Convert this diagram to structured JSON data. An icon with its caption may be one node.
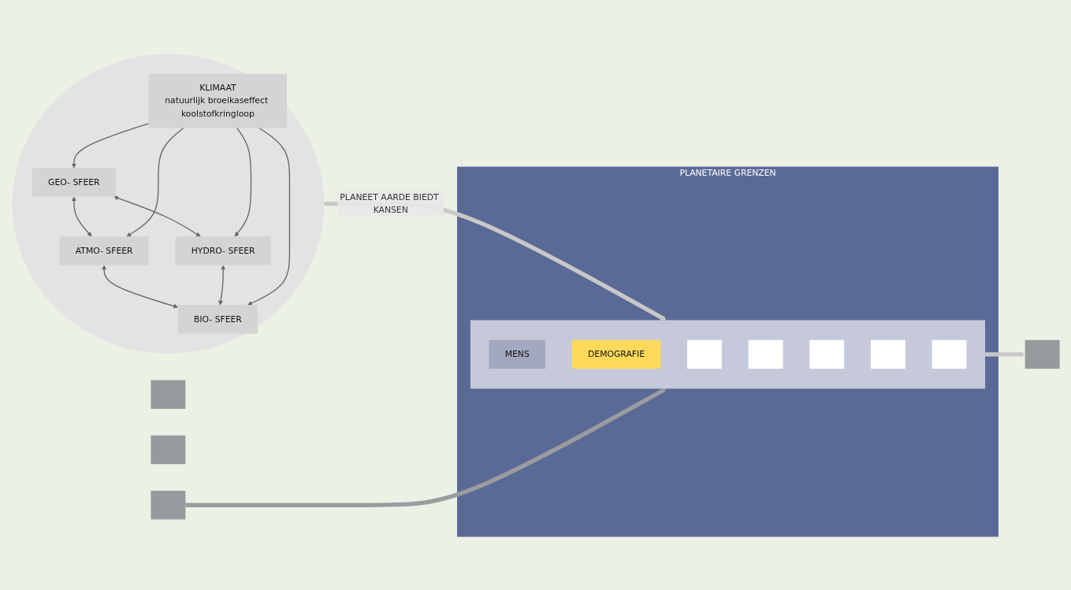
{
  "diagram": {
    "nodes": [
      {
        "text": [],
        "shape": "ellipse"
      },
      {
        "text": [
          "GEO- SFEER"
        ],
        "in": 0
      },
      {
        "text": [
          "ATMO- SFEER"
        ],
        "in": 0
      },
      {
        "text": [
          "KLIMAAT",
          "natuurlijk broeikaseffect koolstofkringloop"
        ],
        "in": 0
      },
      {
        "text": [
          "HYDRO- SFEER"
        ],
        "in": 0
      },
      {
        "text": [
          "BIO- SFEER"
        ],
        "in": 0
      },
      {
        "text": [
          "PLANETAIRE GRENZEN"
        ]
      },
      {
        "text": [],
        "shape": "box",
        "in": 6
      },
      {
        "text": [
          "MENS"
        ],
        "in": 7
      },
      {
        "text": [
          "DEMOGRAFIE"
        ],
        "in": 7
      },
      {
        "text": [],
        "shape": "bar",
        "in": 7
      },
      {
        "text": [],
        "shape": "bar",
        "in": 7
      },
      {
        "text": [],
        "shape": "bar",
        "in": 7
      },
      {
        "text": [],
        "shape": "bar",
        "in": 7
      },
      {
        "text": [],
        "shape": "bar",
        "in": 7
      },
      {
        "text": [],
        "shape": "bar"
      },
      {
        "text": [],
        "shape": "bar"
      },
      {
        "text": [],
        "shape": "bar"
      },
      {
        "text": [],
        "shape": "bar"
      }
    ],
    "edges": [
      {
        "from": 1,
        "to": 2,
        "arrow": "both"
      },
      {
        "from": 1,
        "to": 4,
        "arrow": "both"
      },
      {
        "from": 2,
        "to": 5,
        "arrow": "both"
      },
      {
        "from": 4,
        "to": 5,
        "arrow": "both"
      },
      {
        "from": 3,
        "to": 1,
        "arrow": "to"
      },
      {
        "from": 3,
        "to": 2,
        "arrow": "to"
      },
      {
        "from": 3,
        "to": 4,
        "arrow": "to"
      },
      {
        "from": 3,
        "to": 5,
        "arrow": "to"
      },
      {
        "from": 0,
        "to": 7,
        "arrow": "to",
        "label": "PLANEET AARDE BIEDT KANSEN",
        "style": "thick",
        "color": "#c8c8c8"
      },
      {
        "from": 7,
        "to": 16,
        "arrow": "to",
        "style": "thick",
        "color": "#c8c8c8"
      },
      {
        "from": 18,
        "to": 7,
        "arrow": "to",
        "style": "thick",
        "color": "#9a9c9e"
      }
    ]
  }
}
